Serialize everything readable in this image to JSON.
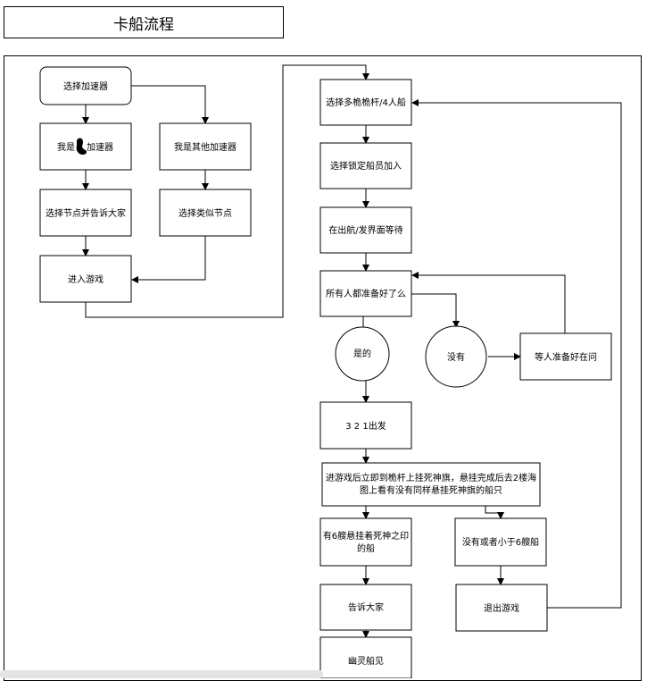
{
  "title": "卡船流程",
  "nodes": {
    "select_accelerator": "选择加速器",
    "me_accelerator_prefix": "我是",
    "me_accelerator_suffix": "加速器",
    "me_other_accelerator": "我是其他加速器",
    "select_node_tell": "选择节点并告诉大家",
    "select_similar_node": "选择类似节点",
    "enter_game": "进入游戏",
    "select_multi_mast": "选择多桅桅杆/4人船",
    "select_lock_crew": "选择锁定船员加入",
    "wait_sail_screen": "在出航/发界面等待",
    "all_ready": "所有人都准备好了么",
    "yes": "是的",
    "no": "没有",
    "wait_ready": "等人准备好在问",
    "countdown": "3 2 1出发",
    "hang_flag_line1": "进游戏后立即到桅杆上挂死神旗，悬挂完成后去2楼海",
    "hang_flag_line2": "图上看有没有同样悬挂死神旗的船只",
    "has_ships_line1": "有6艘悬挂着死神之印",
    "has_ships_line2": "的船",
    "no_ships": "没有或者小于6艘船",
    "tell_everyone": "告诉大家",
    "exit_game": "退出游戏",
    "ghost_ship": "幽灵船见"
  },
  "icons": {
    "redacted_mark": "ink-blot-icon"
  },
  "colors": {
    "stroke": "#000000",
    "background": "#ffffff"
  }
}
